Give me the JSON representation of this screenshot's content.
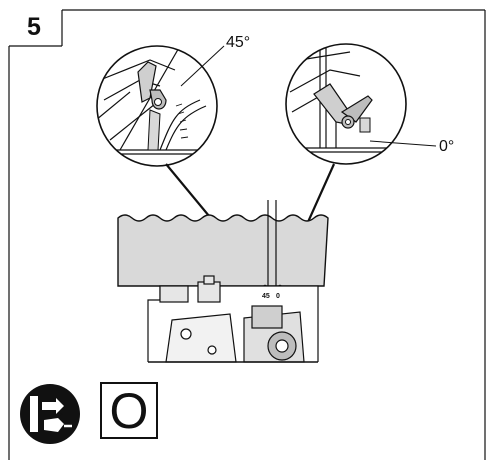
{
  "step": {
    "number": "5"
  },
  "callouts": {
    "left_angle": "45°",
    "right_angle": "0°"
  },
  "scale_marks": {
    "left": "45",
    "right": "0"
  },
  "symbols": {
    "power_icon": "unplug-icon",
    "mode_letter": "O"
  },
  "colors": {
    "ink": "#111111",
    "shade": "#d9d9d9"
  }
}
